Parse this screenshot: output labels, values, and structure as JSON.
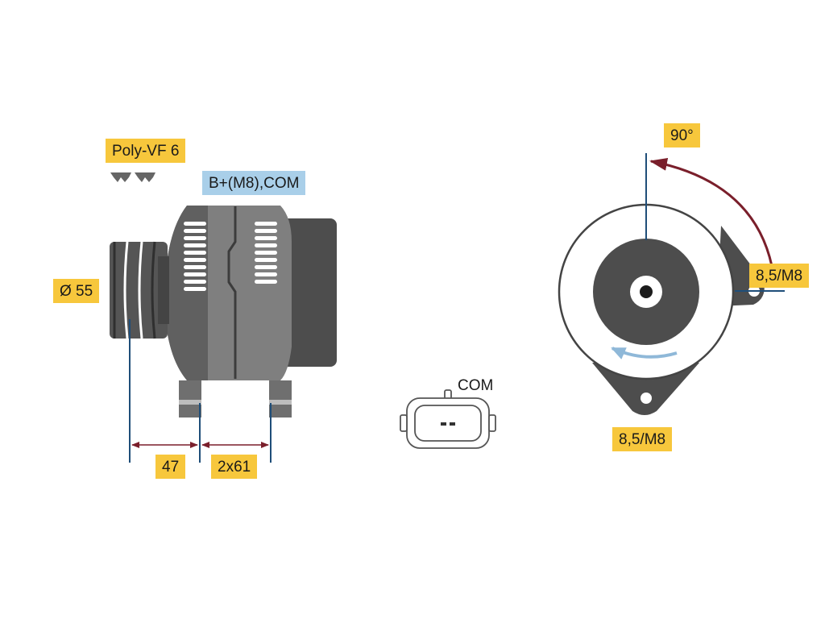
{
  "labels": {
    "belt_type": "Poly-VF 6",
    "terminal": "B+(M8),COM",
    "pulley_diameter": "Ø 55",
    "dim_pulley_to_mount": "47",
    "dim_mount_spacing": "2x61",
    "connector": "COM",
    "angle": "90°",
    "mount_right": "8,5/M8",
    "mount_bottom": "8,5/M8"
  },
  "colors": {
    "label_fill": "#f7c73c",
    "terminal_fill": "#a9cfe9",
    "dim_line": "#1f4e79",
    "angle_arc": "#7a1f2b",
    "body_gray": "#7c7c7c",
    "dark_gray": "#4a4a4a",
    "rotation_arrow": "#8fb8d8"
  }
}
